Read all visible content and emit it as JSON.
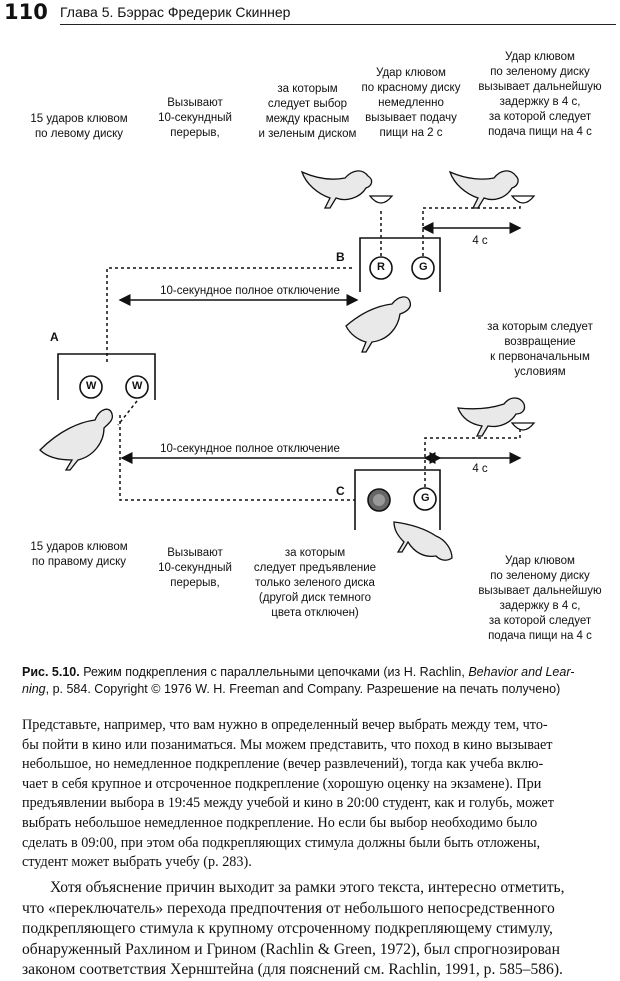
{
  "header": {
    "page_number": "110",
    "chapter_title": "Глава 5. Бэррас Фредерик Скиннер"
  },
  "figure": {
    "labels": {
      "top_left": [
        "15 ударов клювом",
        "по левому диску"
      ],
      "top_pause": [
        "Вызывают",
        "10-секундный",
        "перерыв,"
      ],
      "top_choice": [
        "за которым",
        "следует выбор",
        "между красным",
        "и зеленым диском"
      ],
      "top_red": [
        "Удар клювом",
        "по красному диску",
        "немедленно",
        "вызывает подачу",
        "пищи на 2 с"
      ],
      "top_green": [
        "Удар клювом",
        "по зеленому диску",
        "вызывает дальнейшую",
        "задержку в 4 с,",
        "за которой следует",
        "подача пищи на 4 с"
      ],
      "return": [
        "за которым следует",
        "возвращение",
        "к первоначальным",
        "условиям"
      ],
      "bottom_left": [
        "15 ударов клювом",
        "по правому диску"
      ],
      "bottom_pause": [
        "Вызывают",
        "10-секундный",
        "перерыв,"
      ],
      "bottom_green_only": [
        "за которым",
        "следует предъявление",
        "только зеленого диска",
        "(другой диск темного",
        "цвета отключен)"
      ],
      "bottom_green": [
        "Удар клювом",
        "по зеленому диску",
        "вызывает дальнейшую",
        "задержку в 4 с,",
        "за которой следует",
        "подача пищи на 4 с"
      ],
      "blackout_top": "10-секундное полное отключение",
      "blackout_bottom": "10-секундное полное отключение",
      "delay_top": "4 с",
      "delay_bottom": "4 с",
      "box_a": "A",
      "box_b": "B",
      "box_c": "C",
      "disk_w1": "W",
      "disk_w2": "W",
      "disk_r": "R",
      "disk_g1": "G",
      "disk_g2": "G"
    }
  },
  "caption": {
    "fig_no": "Рис. 5.10.",
    "text_1": " Режим подкрепления с параллельными цепочками (из H. Rachlin, ",
    "book": "Behavior and Lear-",
    "book_2": "ning",
    "text_2": ", p. 584. Copyright © 1976 W. H. Freeman and Company. Разрешение на печать получено)"
  },
  "para1": [
    "Представьте, например, что вам нужно в определенный вечер выбрать между тем, что-",
    "бы пойти в кино или позаниматься. Мы можем представить, что поход в кино вызывает",
    "небольшое, но немедленное подкрепление (вечер развлечений), тогда как учеба вклю-",
    "чает в себя крупное и отсроченное подкрепление (хорошую оценку на экзамене). При",
    "предъявлении выбора в 19:45 между учебой и кино в 20:00 студент, как и голубь, может",
    "выбрать небольшое немедленное подкрепление. Но если бы выбор необходимо было",
    "сделать в 09:00, при этом оба подкрепляющих стимула должны были быть отложены,",
    "студент может выбрать учебу (р. 283)."
  ],
  "para2": [
    "Хотя объяснение причин выходит за рамки этого текста, интересно отметить,",
    "что «переключатель» перехода предпочтения от небольшого непосредственного",
    "подкрепляющего стимула к крупному отсроченному подкрепляющему стимулу,",
    "обнаруженный Рахлином и Грином (Rachlin & Green, 1972), был спрогнозирован",
    "законом соответствия Хернштейна (для пояснений см. Rachlin, 1991, p. 585–586)."
  ]
}
